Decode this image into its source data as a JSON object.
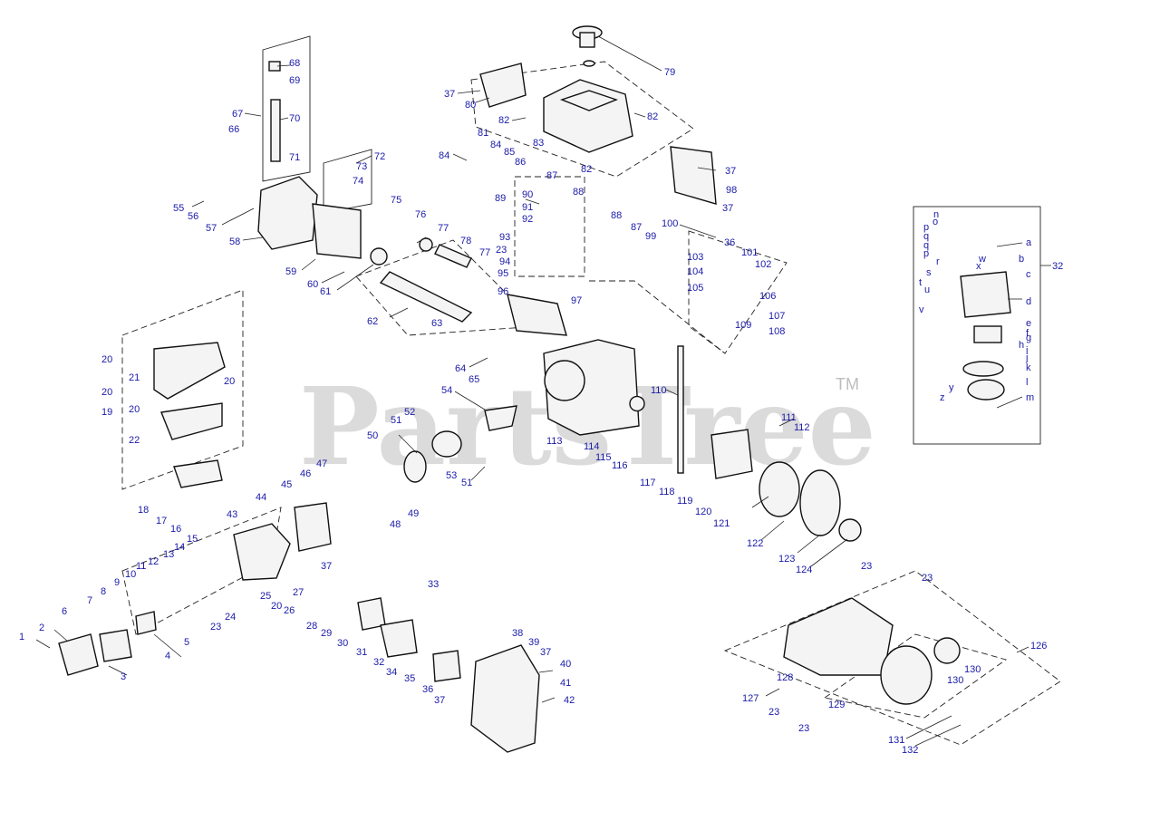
{
  "watermark": {
    "text": "PartsTree",
    "trademark": "TM"
  },
  "callouts": [
    "1",
    "2",
    "3",
    "4",
    "5",
    "6",
    "7",
    "8",
    "9",
    "10",
    "11",
    "12",
    "13",
    "14",
    "15",
    "16",
    "17",
    "18",
    "19",
    "20",
    "21",
    "22",
    "23",
    "24",
    "25",
    "26",
    "27",
    "28",
    "29",
    "30",
    "31",
    "32",
    "33",
    "34",
    "35",
    "36",
    "37",
    "38",
    "39",
    "40",
    "41",
    "42",
    "43",
    "44",
    "45",
    "46",
    "47",
    "48",
    "49",
    "50",
    "51",
    "52",
    "53",
    "54",
    "55",
    "56",
    "57",
    "58",
    "59",
    "60",
    "61",
    "62",
    "63",
    "64",
    "65",
    "66",
    "67",
    "68",
    "69",
    "70",
    "71",
    "72",
    "73",
    "74",
    "75",
    "76",
    "77",
    "78",
    "79",
    "80",
    "81",
    "82",
    "83",
    "84",
    "85",
    "86",
    "87",
    "88",
    "89",
    "90",
    "91",
    "92",
    "93",
    "94",
    "95",
    "96",
    "97",
    "98",
    "99",
    "100",
    "101",
    "102",
    "103",
    "104",
    "105",
    "106",
    "107",
    "108",
    "109",
    "110",
    "111",
    "112",
    "113",
    "114",
    "115",
    "116",
    "117",
    "118",
    "119",
    "120",
    "121",
    "122",
    "123",
    "124",
    "126",
    "127",
    "128",
    "129",
    "130",
    "131",
    "132",
    "a",
    "b",
    "c",
    "d",
    "e",
    "f",
    "g",
    "h",
    "i",
    "j",
    "k",
    "l",
    "m",
    "n",
    "o",
    "p",
    "q",
    "r",
    "s",
    "t",
    "u",
    "v",
    "w",
    "x",
    "y",
    "z"
  ]
}
